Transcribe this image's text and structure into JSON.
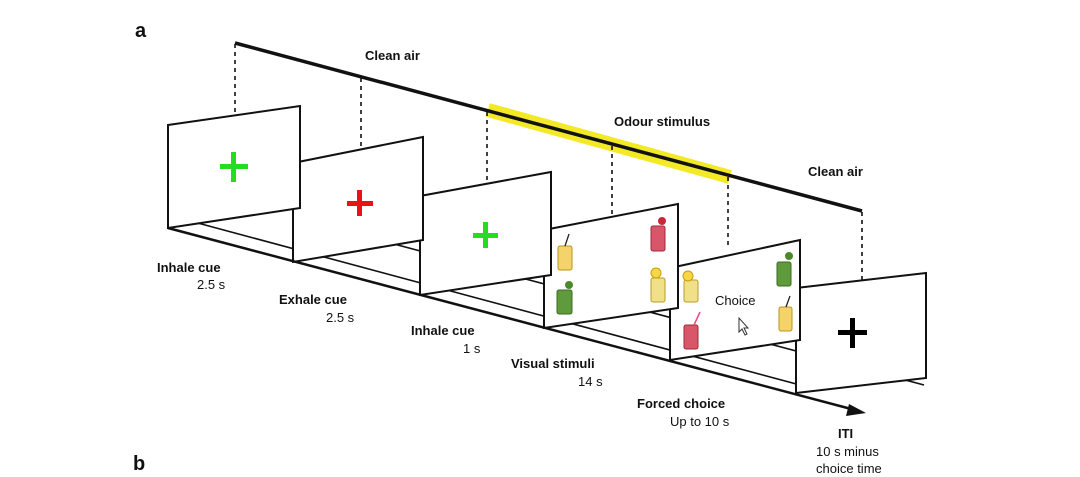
{
  "panels": {
    "a": "a",
    "b": "b"
  },
  "timeline": {
    "clean_air_1": "Clean air",
    "odour": "Odour stimulus",
    "clean_air_2": "Clean air",
    "odour_highlight_color": "#f2e600"
  },
  "screens": [
    {
      "id": "inhale-1",
      "label": "Inhale cue",
      "duration": "2.5 s",
      "cross_color": "#22dd22"
    },
    {
      "id": "exhale",
      "label": "Exhale cue",
      "duration": "2.5 s",
      "cross_color": "#ee1111"
    },
    {
      "id": "inhale-2",
      "label": "Inhale cue",
      "duration": "1 s",
      "cross_color": "#22dd22"
    },
    {
      "id": "visual",
      "label": "Visual stimuli",
      "duration": "14 s"
    },
    {
      "id": "choice",
      "label": "Forced choice",
      "duration": "Up to 10 s",
      "screen_text": "Choice"
    },
    {
      "id": "iti",
      "label": "ITI",
      "duration_line1": "10 s minus",
      "duration_line2": "choice time",
      "cross_color": "#000000"
    }
  ]
}
